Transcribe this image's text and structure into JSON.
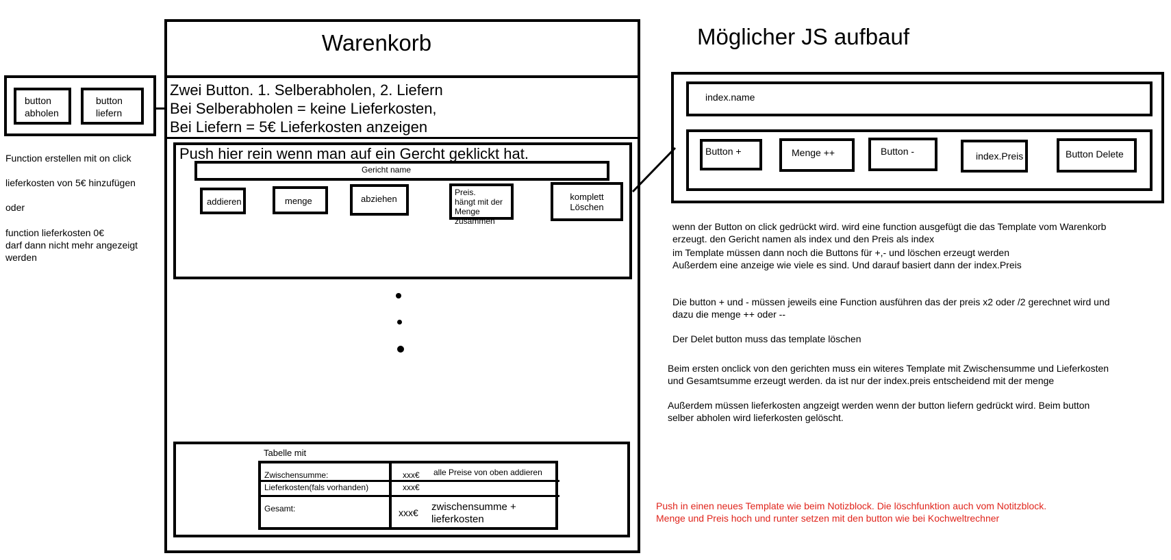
{
  "title": "Warenkorb",
  "js_title": "Möglicher JS aufbauf",
  "left_panel": {
    "button_abholen": "button\nabholen",
    "button_liefern": "button\nliefern",
    "note_1": "Function erstellen mit on click",
    "note_2": "lieferkosten von 5€ hinzufügen",
    "note_3": "oder",
    "note_4": "function lieferkosten 0€\ndarf dann nicht mehr angezeigt\nwerden"
  },
  "delivery_text": "Zwei Button. 1. Selberabholen, 2. Liefern\nBei Selberabholen = keine Lieferkosten,\nBei Liefern = 5€ Lieferkosten anzeigen",
  "dish_template": {
    "heading": "Push hier rein wenn man auf ein Gercht geklickt hat.",
    "dish_name": "Gericht name",
    "addieren": "addieren",
    "menge": "menge",
    "abziehen": "abziehen",
    "preis": "Preis.\nhängt mit der\nMenge zusammen",
    "loeschen": "komplett\nLöschen"
  },
  "summary": {
    "caption": "Tabelle mit",
    "rows": [
      {
        "label": "Zwischensumme:",
        "value": "xxx€",
        "note": "alle Preise von oben addieren"
      },
      {
        "label": "Lieferkosten(fals vorhanden)",
        "value": "xxx€",
        "note": ""
      },
      {
        "label": "Gesamt:",
        "value": "xxx€",
        "note": "zwischensumme +\nlieferkosten"
      }
    ]
  },
  "js_structure": {
    "index_name": "index.name",
    "button_plus": "Button +",
    "menge_plus": "Menge ++",
    "button_minus": "Button -",
    "index_preis": "index.Preis",
    "button_delete": "Button Delete"
  },
  "explanations": {
    "p1": "wenn der Button on click gedrückt wird. wird eine function ausgefügt die das Template vom Warenkorb\nerzeugt. den Gericht namen als index und den Preis als index",
    "p2": "im Template müssen dann noch die Buttons für +,- und löschen erzeugt werden\nAußerdem eine anzeige wie viele es sind. Und darauf basiert dann der index.Preis",
    "p3": "Die button + und - müssen jeweils eine Function ausführen das der preis x2 oder /2 gerechnet wird und\ndazu die menge ++ oder --",
    "p4": "Der Delet button muss das template löschen",
    "p5": "Beim ersten onclick von den gerichten muss ein witeres Template mit Zwischensumme und Lieferkosten\nund Gesamtsumme erzeugt werden. da ist nur der index.preis entscheidend mit der menge",
    "p6": "Außerdem müssen lieferkosten angzeigt werden wenn der button liefern gedrückt wird. Beim button\nselber abholen wird lieferkosten gelöscht."
  },
  "red_note": "Push in einen neues Template wie beim Notizblock. Die löschfunktion auch vom Notitzblock.\nMenge und Preis hoch und runter setzen mit den button wie bei Kochweltrechner"
}
